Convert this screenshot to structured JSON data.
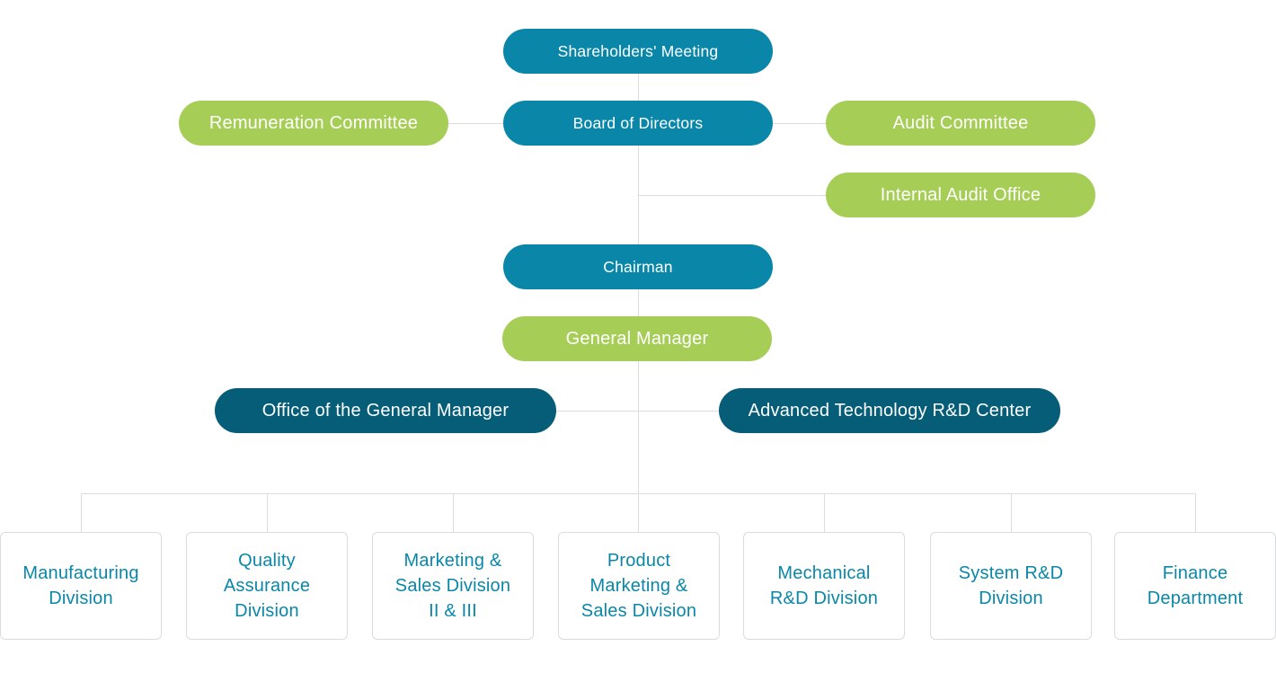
{
  "org_chart": {
    "shareholders_meeting": "Shareholders' Meeting",
    "board_of_directors": "Board of Directors",
    "remuneration_committee": "Remuneration Committee",
    "audit_committee": "Audit Committee",
    "internal_audit_office": "Internal Audit Office",
    "chairman": "Chairman",
    "general_manager": "General Manager",
    "office_of_general_manager": "Office of the General Manager",
    "advanced_technology_center": "Advanced Technology R&D Center",
    "divisions": [
      "Manufacturing\nDivision",
      "Quality\nAssurance\nDivision",
      "Marketing &\nSales Division\nII & III",
      "Product\nMarketing &\nSales Division",
      "Mechanical\nR&D Division",
      "System R&D\nDivision",
      "Finance\nDepartment"
    ]
  },
  "colors": {
    "governance_blue": "#0a87a8",
    "committee_green": "#a6ce57",
    "office_dark_teal": "#055d77",
    "division_text": "#0a87a8",
    "connector_line": "#d9dde0"
  }
}
